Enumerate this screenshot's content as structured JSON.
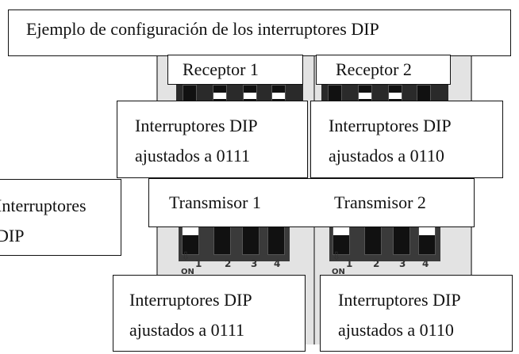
{
  "title": "Ejemplo de configuración de los interruptores DIP",
  "receivers": [
    {
      "name": "Receptor 1",
      "caption_line1": "Interruptores DIP",
      "caption_line2": "ajustados a 0111"
    },
    {
      "name": "Receptor 2",
      "caption_line1": "Interruptores  DIP",
      "caption_line2": "ajustados a 0110"
    }
  ],
  "transmitters": [
    {
      "name": "Transmisor 1",
      "caption_line1": "Interruptores  DIP",
      "caption_line2": "ajustados a 0111"
    },
    {
      "name": "Transmisor 2",
      "caption_line1": "Interruptores DIP",
      "caption_line2": "ajustados a 0110"
    }
  ],
  "side_label": {
    "line1": "Interruptores",
    "line2": "DIP"
  },
  "switch_numbers": [
    "1",
    "2",
    "3",
    "4"
  ],
  "on_label": "ON",
  "settings": {
    "device_1": "0111",
    "device_2": "0110"
  }
}
